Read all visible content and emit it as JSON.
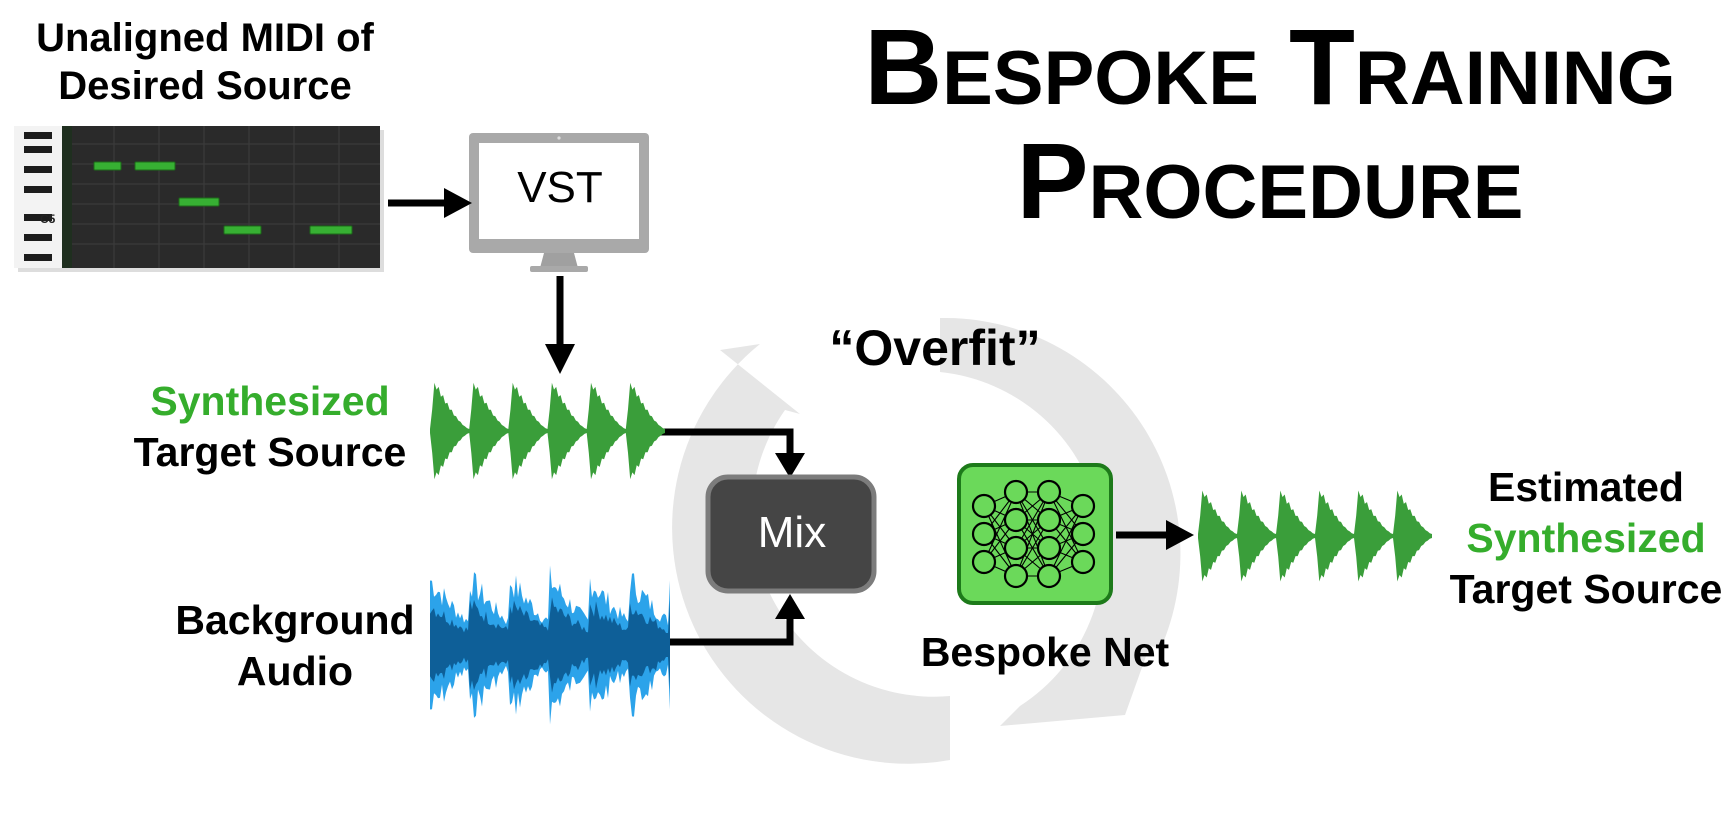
{
  "title": {
    "line1": "Bespoke Training",
    "line2": "Procedure"
  },
  "midi": {
    "label_line1": "Unaligned MIDI of",
    "label_line2": "Desired Source",
    "key_label": "C5"
  },
  "vst": {
    "label": "VST"
  },
  "overfit": {
    "label": "“Overfit”"
  },
  "synthesized": {
    "line1": "Synthesized",
    "line2": "Target Source"
  },
  "background": {
    "line1": "Background",
    "line2": "Audio"
  },
  "mix": {
    "label": "Mix"
  },
  "net": {
    "label": "Bespoke Net"
  },
  "output": {
    "line1": "Estimated",
    "line2": "Synthesized",
    "line3": "Target Source"
  },
  "colors": {
    "accent_green": "#35ad2c",
    "waveform_green": "#3a9e3a",
    "waveform_blue_light": "#2ca3ea",
    "waveform_blue_dark": "#0e5f98",
    "net_green": "#6bd95a",
    "mix_box": "#454545",
    "loop_gray": "#e6e6e6"
  }
}
